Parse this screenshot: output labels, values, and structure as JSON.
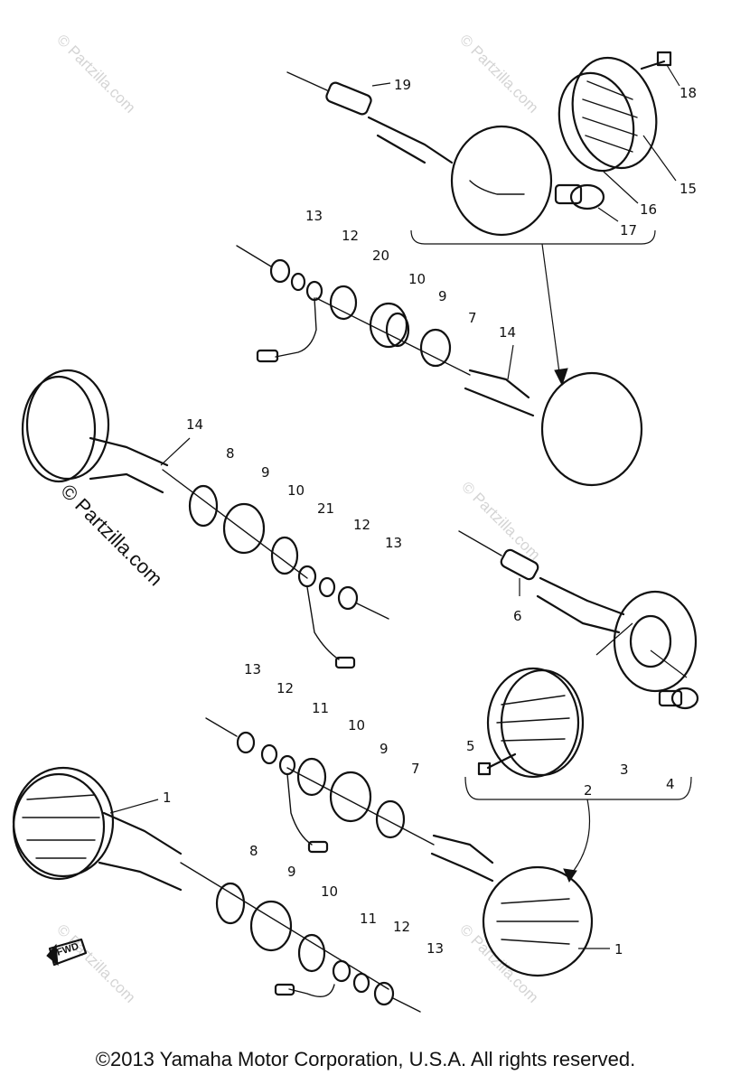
{
  "diagram": {
    "callouts": {
      "c1a": "1",
      "c1b": "1",
      "c2": "2",
      "c3": "3",
      "c4": "4",
      "c5": "5",
      "c6": "6",
      "c7a": "7",
      "c7b": "7",
      "c8a": "8",
      "c8b": "8",
      "c9a": "9",
      "c9b": "9",
      "c9c": "9",
      "c9d": "9",
      "c10a": "10",
      "c10b": "10",
      "c10c": "10",
      "c10d": "10",
      "c11a": "11",
      "c11b": "11",
      "c12a": "12",
      "c12b": "12",
      "c12c": "12",
      "c12d": "12",
      "c13a": "13",
      "c13b": "13",
      "c13c": "13",
      "c13d": "13",
      "c14a": "14",
      "c14b": "14",
      "c15": "15",
      "c16": "16",
      "c17": "17",
      "c18": "18",
      "c19": "19",
      "c20": "20",
      "c21": "21"
    },
    "fwd_label": "FWD",
    "watermark_small": "© Partzilla.com",
    "watermark_big": "© Partzilla.com"
  },
  "footer": {
    "copyright": "©2013  Yamaha Motor Corporation, U.S.A. All rights reserved."
  }
}
